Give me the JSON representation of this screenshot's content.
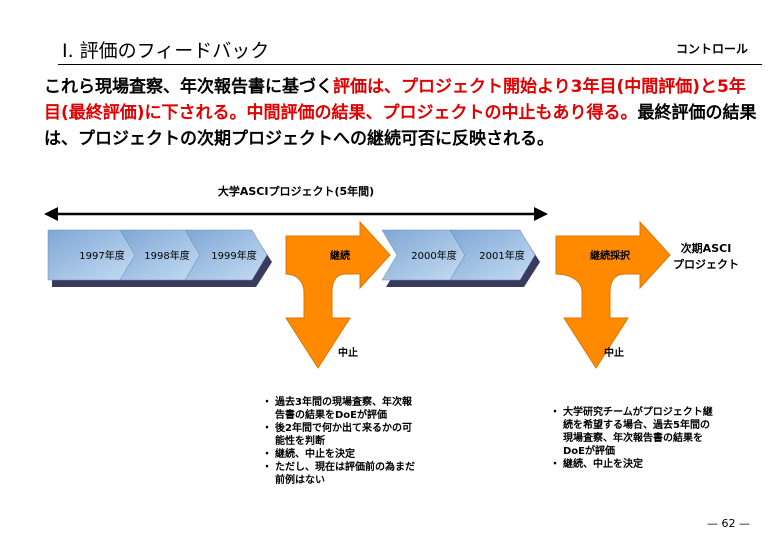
{
  "header": {
    "title": "I. 評価のフィードバック",
    "section": "コントロール"
  },
  "lead": {
    "seg1": "これら現場査察、年次報告書に基づく",
    "seg2": "評価は、プロジェクト開始より3年目(中間評価)と5年目(最終評価)に下される。中間評価の結果、プロジェクトの中止もあり得る。",
    "seg3": "最終評価の結果は、プロジェクトの次期プロジェクトへの継続可否に反映される。"
  },
  "diagram": {
    "span_label": "大学ASCIプロジェクト(5年間)",
    "years_first": [
      "1997年度",
      "1998年度",
      "1999年度"
    ],
    "years_second": [
      "2000年度",
      "2001年度"
    ],
    "decision1_label": "継続",
    "decision2_label": "継続採択",
    "stop_label": "中止",
    "next_project_line1": "次期ASCI",
    "next_project_line2": "プロジェクト"
  },
  "notes_left": [
    "過去3年間の現場査察、年次報告書の結果をDoEが評価",
    "後2年間で何か出て来るかの可能性を判断",
    "継続、中止を決定",
    "ただし、現在は評価前の為まだ前例はない"
  ],
  "notes_right": [
    "大学研究チームがプロジェクト継続を希望する場合、過去5年間の現場査察、年次報告書の結果をDoEが評価",
    "継続、中止を決定"
  ],
  "footer": {
    "page": "— 62 —"
  },
  "colors": {
    "chevron_fill": "#a9c6e6",
    "chevron_shadow": "#3a3a5e",
    "arrow_orange": "#ff8a00",
    "emphasis_red": "#e00000"
  }
}
